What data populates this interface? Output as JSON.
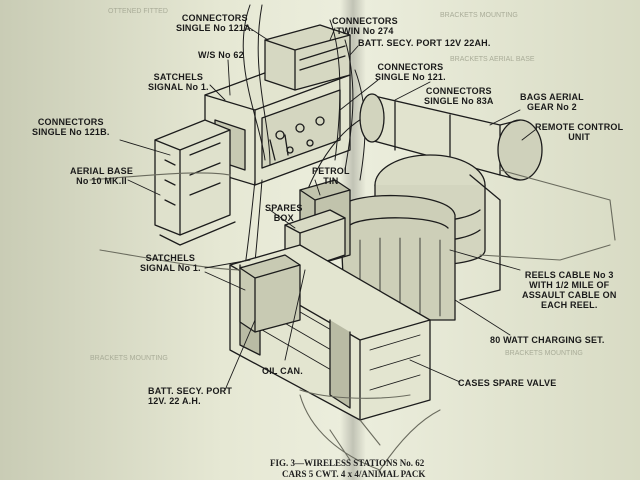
{
  "labels": {
    "connectors_121a": "CONNECTORS\nSINGLE No 121A.",
    "connectors_twin_274": "CONNECTORS\nTWIN No 274",
    "batt_secy_top": "BATT. SECY. PORT 12V 22AH.",
    "ws_no_62": "W/S No 62",
    "satchels_signal_top": "SATCHELS\nSIGNAL No 1.",
    "connectors_121": "CONNECTORS\nSINGLE No 121.",
    "connectors_83a": "CONNECTORS\nSINGLE No 83A",
    "bags_aerial": "BAGS AERIAL\nGEAR No 2",
    "remote_control": "REMOTE CONTROL\nUNIT",
    "connectors_121b": "CONNECTORS\nSINGLE No 121B.",
    "aerial_base": "AERIAL BASE\nNo 10 MK.II",
    "petrol_tin": "PETROL\nTIN",
    "spares_box": "SPARES\nBOX",
    "satchels_signal_bottom": "SATCHELS\nSIGNAL No 1.",
    "reels_cable": "REELS CABLE No 3\nWITH 1/2 MILE OF\nASSAULT CABLE ON\nEACH REEL.",
    "charging_set": "80 WATT CHARGING SET.",
    "oil_can": "OIL CAN.",
    "cases_spare_valve": "CASES SPARE VALVE",
    "batt_secy_bottom": "BATT. SECY. PORT\n12V. 22 A.H."
  },
  "caption": {
    "line1": "FIG. 3—WIRELESS STATIONS No. 62",
    "line2": "CARS 5 CWT. 4 x 4/ANIMAL PACK"
  }
}
